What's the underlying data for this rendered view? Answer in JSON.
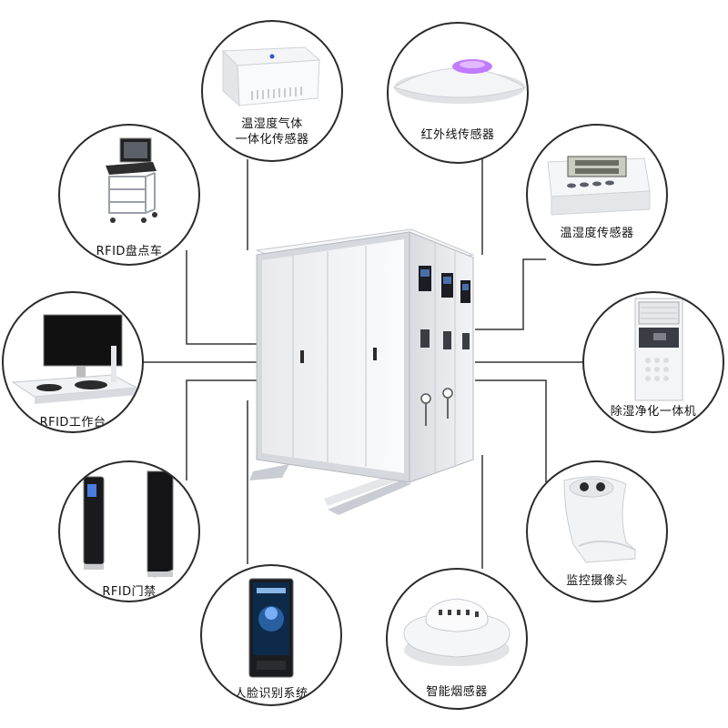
{
  "colors": {
    "line": "#333333",
    "border": "#2b2b2b",
    "cabinet": "#f1f2f4",
    "accent": "#c07bff"
  },
  "devices": [
    {
      "id": "temp-humidity-gas-sensor",
      "label": "温湿度气体\n一体化传感器",
      "icon": "sensor-box-icon"
    },
    {
      "id": "infrared-sensor",
      "label": "红外线传感器",
      "icon": "infrared-dome-icon"
    },
    {
      "id": "rfid-inventory-cart",
      "label": "RFID盘点车",
      "icon": "cart-icon"
    },
    {
      "id": "temp-humidity-sensor",
      "label": "温湿度传感器",
      "icon": "lcd-sensor-icon"
    },
    {
      "id": "rfid-workstation",
      "label": "RFID工作台",
      "icon": "workstation-icon"
    },
    {
      "id": "dehumidify-purifier",
      "label": "除湿净化一体机",
      "icon": "dehumidifier-icon"
    },
    {
      "id": "rfid-gate",
      "label": "RFID门禁",
      "icon": "gate-icon"
    },
    {
      "id": "surveillance-camera",
      "label": "监控摄像头",
      "icon": "camera-icon"
    },
    {
      "id": "face-recognition",
      "label": "人脸识别系统",
      "icon": "face-terminal-icon"
    },
    {
      "id": "smoke-sensor",
      "label": "智能烟感器",
      "icon": "smoke-detector-icon"
    }
  ]
}
